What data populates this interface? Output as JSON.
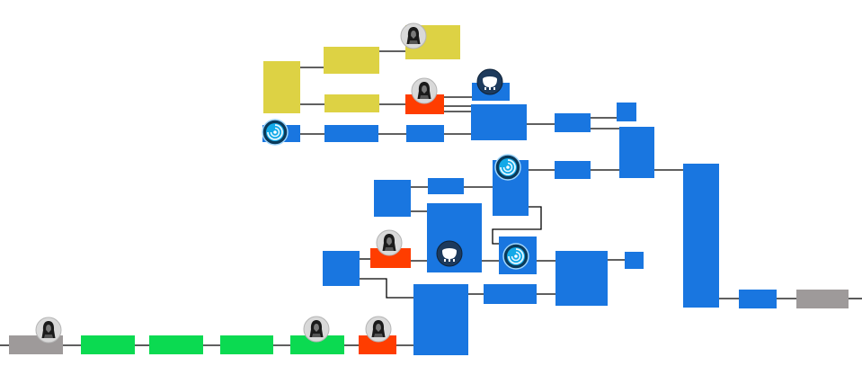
{
  "colors": {
    "yellow": "#DDD244",
    "blue": "#1976E0",
    "red": "#FF3D00",
    "green": "#0BDA51",
    "gray": "#9E9A9A",
    "line": "#000000"
  },
  "diagram": {
    "nodes": [
      {
        "id": "n-yellow-tall",
        "color": "yellow",
        "interactable": true
      },
      {
        "id": "n-yellow-top",
        "color": "yellow",
        "interactable": true
      },
      {
        "id": "n-yellow-right",
        "color": "yellow",
        "interactable": true,
        "icon": "hooded-figure-icon"
      },
      {
        "id": "n-yellow-mid",
        "color": "yellow",
        "interactable": true
      },
      {
        "id": "n-red-top",
        "color": "red",
        "interactable": true,
        "icon": "hooded-figure-icon"
      },
      {
        "id": "n-blue-cauldron-top",
        "color": "blue",
        "interactable": true,
        "icon": "cauldron-icon"
      },
      {
        "id": "n-blue-portal-left",
        "color": "blue",
        "interactable": true,
        "icon": "portal-swirl-icon"
      },
      {
        "id": "n-blue-row3-a",
        "color": "blue",
        "interactable": true
      },
      {
        "id": "n-blue-row3-b",
        "color": "blue",
        "interactable": true
      },
      {
        "id": "n-blue-big-1",
        "color": "blue",
        "interactable": true
      },
      {
        "id": "n-blue-mid-a",
        "color": "blue",
        "interactable": true
      },
      {
        "id": "n-blue-small-a",
        "color": "blue",
        "interactable": true
      },
      {
        "id": "n-blue-tall-a",
        "color": "blue",
        "interactable": true
      },
      {
        "id": "n-blue-portal-mid",
        "color": "blue",
        "interactable": true,
        "icon": "portal-swirl-icon"
      },
      {
        "id": "n-blue-mid-b",
        "color": "blue",
        "interactable": true
      },
      {
        "id": "n-blue-sq-a",
        "color": "blue",
        "interactable": true
      },
      {
        "id": "n-blue-small-b",
        "color": "blue",
        "interactable": true
      },
      {
        "id": "n-blue-cauldron-mid",
        "color": "blue",
        "interactable": true,
        "icon": "cauldron-icon"
      },
      {
        "id": "n-red-mid",
        "color": "red",
        "interactable": true,
        "icon": "hooded-figure-icon"
      },
      {
        "id": "n-blue-sq-b",
        "color": "blue",
        "interactable": true
      },
      {
        "id": "n-blue-portal-low",
        "color": "blue",
        "interactable": true,
        "icon": "portal-swirl-icon"
      },
      {
        "id": "n-blue-big-2",
        "color": "blue",
        "interactable": true
      },
      {
        "id": "n-blue-tiny",
        "color": "blue",
        "interactable": true
      },
      {
        "id": "n-blue-row-low",
        "color": "blue",
        "interactable": true
      },
      {
        "id": "n-blue-big-3",
        "color": "blue",
        "interactable": true
      },
      {
        "id": "n-blue-final-tall",
        "color": "blue",
        "interactable": true
      },
      {
        "id": "n-blue-final-small",
        "color": "blue",
        "interactable": true
      },
      {
        "id": "n-gray-end",
        "color": "gray",
        "interactable": true
      },
      {
        "id": "n-gray-start",
        "color": "gray",
        "interactable": true,
        "icon": "hooded-figure-icon"
      },
      {
        "id": "n-green-1",
        "color": "green",
        "interactable": true
      },
      {
        "id": "n-green-2",
        "color": "green",
        "interactable": true
      },
      {
        "id": "n-green-3",
        "color": "green",
        "interactable": true
      },
      {
        "id": "n-green-4",
        "color": "green",
        "interactable": true,
        "icon": "hooded-figure-icon"
      },
      {
        "id": "n-red-bottom",
        "color": "red",
        "interactable": true,
        "icon": "hooded-figure-icon"
      }
    ]
  }
}
